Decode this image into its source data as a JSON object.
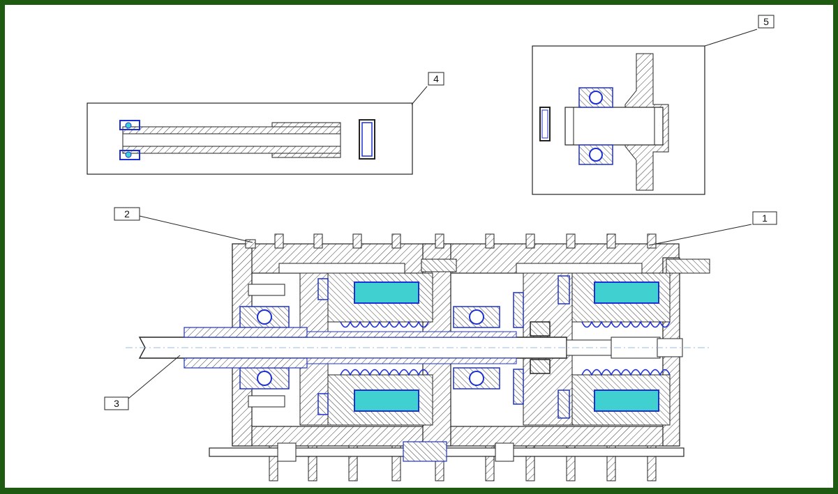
{
  "figure": {
    "colors": {
      "frame": "#1f5a12",
      "line": "#1a1a1a",
      "hatch": "#3a3a3a",
      "accent_blue": "#1c2fd4",
      "accent_cyan": "#3fd0cf",
      "background": "#ffffff"
    },
    "callouts": [
      {
        "id": "callout-1",
        "label": "1"
      },
      {
        "id": "callout-2",
        "label": "2"
      },
      {
        "id": "callout-3",
        "label": "3"
      },
      {
        "id": "callout-4",
        "label": "4"
      },
      {
        "id": "callout-5",
        "label": "5"
      }
    ]
  }
}
